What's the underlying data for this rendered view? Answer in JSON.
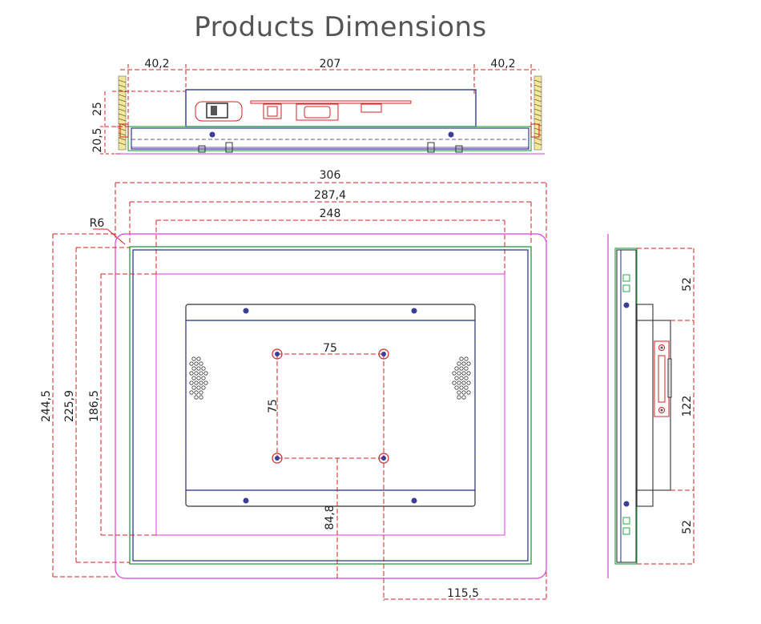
{
  "title": "Products Dimensions",
  "top_view": {
    "dim_left": "40,2",
    "dim_center": "207",
    "dim_right": "40,2",
    "dim_height_upper": "25",
    "dim_height_lower": "20,5"
  },
  "front_view": {
    "dim_overall_width": "306",
    "dim_frame_width": "287,4",
    "dim_screen_width": "248",
    "dim_radius": "R6",
    "dim_overall_height": "244,5",
    "dim_frame_height": "225,9",
    "dim_screen_height": "186,5",
    "dim_vesa_horizontal": "75",
    "dim_vesa_vertical": "75",
    "dim_vesa_from_bottom": "84,8",
    "dim_vesa_from_right": "115,5"
  },
  "side_view": {
    "dim_top": "52",
    "dim_middle": "122",
    "dim_bottom": "52"
  },
  "colors": {
    "outline": "#1f2a8c",
    "dimension": "#d42020",
    "bezel": "#e23ae2",
    "inner_frame": "#2aa84a",
    "body": "#333333"
  }
}
